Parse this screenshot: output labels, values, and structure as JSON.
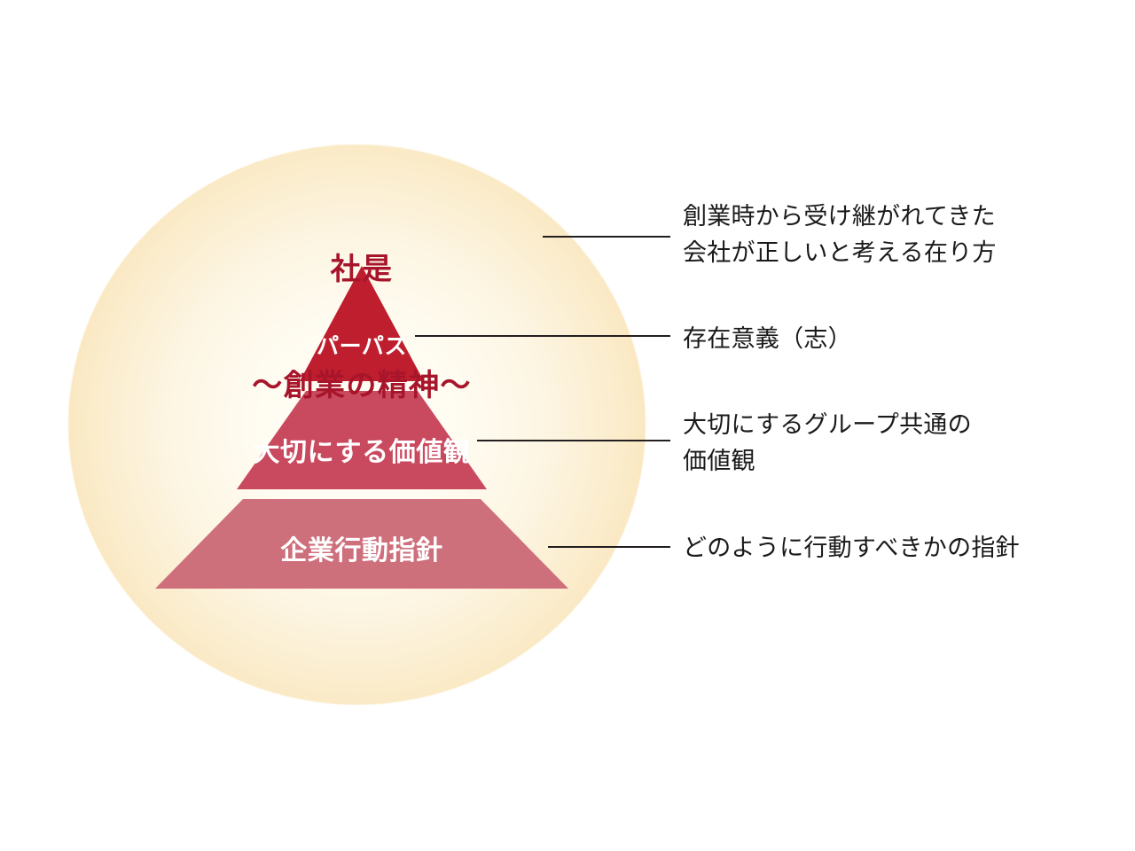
{
  "headline": {
    "line1": "社是",
    "line2": "〜創業の精神〜"
  },
  "pyramid": {
    "tiers": [
      {
        "label": "パーパス",
        "color": "#be1e2d",
        "level": "top"
      },
      {
        "label": "大切にする価値観",
        "color": "#c94a5f",
        "level": "middle"
      },
      {
        "label": "企業行動指針",
        "color": "#ce6f7c",
        "level": "bottom"
      }
    ]
  },
  "annotations": [
    {
      "text": "創業時から受け継がれてきた\n会社が正しいと考える在り方",
      "target": "headline"
    },
    {
      "text": "存在意義（志）",
      "target": "パーパス"
    },
    {
      "text": "大切にするグループ共通の\n価値観",
      "target": "大切にする価値観"
    },
    {
      "text": "どのように行動すべきかの指針",
      "target": "企業行動指針"
    }
  ],
  "colors": {
    "headline_text": "#a8152b",
    "annotation_text": "#1a1a1a",
    "leader_line": "#231f20",
    "tier_text": "#ffffff",
    "glow_inner": "#fffdf6",
    "glow_outer": "#f5d79c",
    "background": "#ffffff"
  }
}
